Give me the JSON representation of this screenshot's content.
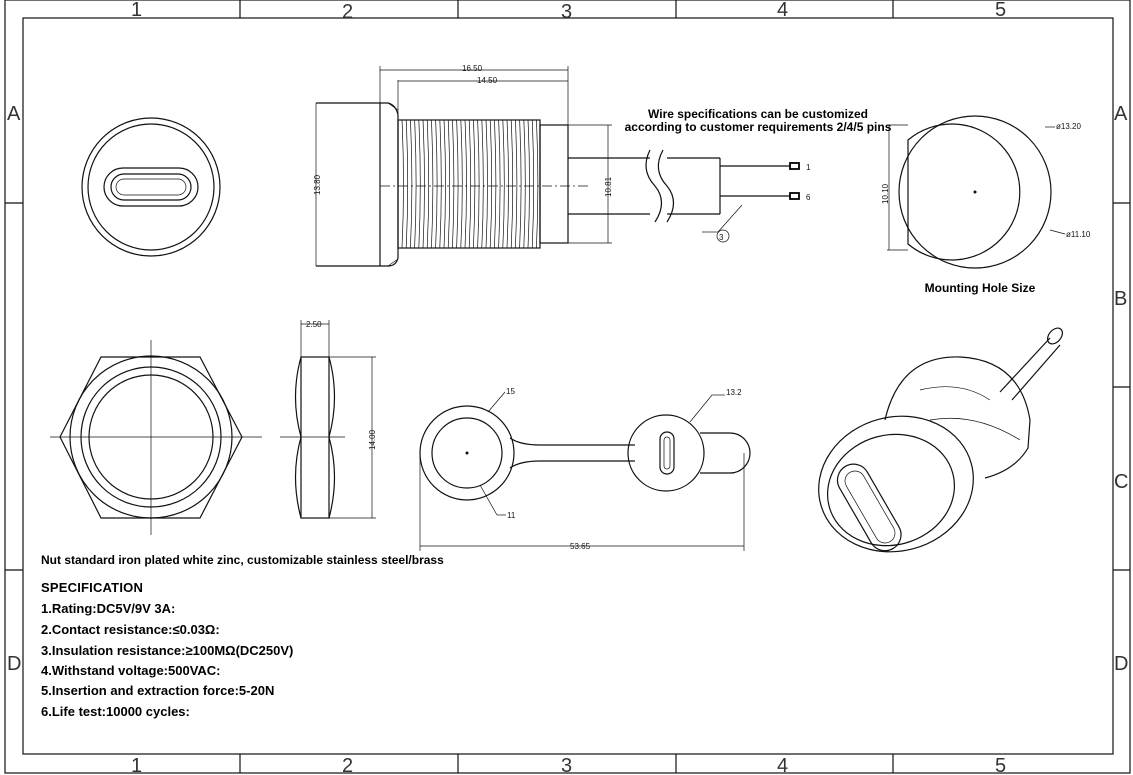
{
  "frame": {
    "columns": [
      "1",
      "2",
      "3",
      "4",
      "5"
    ],
    "rows_left": [
      "A",
      "D"
    ],
    "rows_right": [
      "A",
      "B",
      "C",
      "D"
    ]
  },
  "dimensions": {
    "overall_length": "16.50",
    "thread_length": "14.50",
    "flange_height": "13.80",
    "body_diameter": "10.81",
    "pin_a": "1",
    "pin_b": "6",
    "callout": "3",
    "hole_outer": "ø13.20",
    "hole_inner": "ø11.10",
    "hole_flat": "10.10",
    "nut_thickness": "2.50",
    "nut_across": "14.00",
    "cap_tab": "15",
    "cap_inner": "11",
    "cap_ring": "13.2",
    "cap_length": "53.65"
  },
  "notes": {
    "wire_line1": "Wire specifications can be customized",
    "wire_line2": "according to customer requirements 2/4/5 pins",
    "mounting_hole": "Mounting Hole Size",
    "nut_note": "Nut standard iron plated white zinc, customizable stainless steel/brass"
  },
  "specification": {
    "title": "SPECIFICATION",
    "items": [
      "1.Rating:DC5V/9V 3A:",
      "2.Contact resistance:≤0.03Ω:",
      "3.Insulation resistance:≥100MΩ(DC250V)",
      "4.Withstand voltage:500VAC:",
      "5.Insertion and extraction force:5-20N",
      "6.Life test:10000 cycles:"
    ]
  }
}
